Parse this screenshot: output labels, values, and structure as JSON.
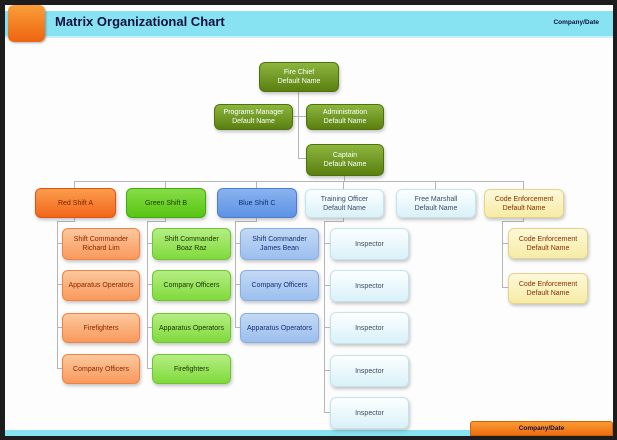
{
  "header": {
    "title": "Matrix Organizational Chart",
    "company_date": "Company/Date"
  },
  "footer": {
    "company_date": "Company/Date"
  },
  "palette": {
    "header_band": "#87e3f2",
    "logo_orange": "#ee6410",
    "dark_green_node": "#5a7f10",
    "orange_node": "#f2661b",
    "green_node": "#57c513",
    "blue_node": "#5d92e5",
    "light_cyan_node": "#d9f1f8",
    "light_yellow_node": "#f6eca5",
    "connector_gray": "#b5b5b5",
    "frame_black": "#1d1d1d"
  },
  "org": {
    "fire_chief": {
      "line1": "Fire Chief",
      "line2": "Default Name"
    },
    "programs_manager": {
      "line1": "Programs Manager",
      "line2": "Default Name"
    },
    "administration": {
      "line1": "Administration",
      "line2": "Default Name"
    },
    "captain": {
      "line1": "Captain",
      "line2": "Default Name"
    },
    "red_shift": {
      "label": "Red Shift A",
      "children": [
        {
          "line1": "Shift Commander",
          "line2": "Richard Lim"
        },
        {
          "line1": "Apparatus Operators"
        },
        {
          "line1": "Firefighters"
        },
        {
          "line1": "Company Officers"
        }
      ]
    },
    "green_shift": {
      "label": "Green Shift B",
      "children": [
        {
          "line1": "Shift Commander",
          "line2": "Boaz Raz"
        },
        {
          "line1": "Company Officers"
        },
        {
          "line1": "Apparatus Operators"
        },
        {
          "line1": "Firefighters"
        }
      ]
    },
    "blue_shift": {
      "label": "Blue Shift C",
      "children": [
        {
          "line1": "Shift Commander",
          "line2": "James Bean"
        },
        {
          "line1": "Company Officers"
        },
        {
          "line1": "Apparatus Operators"
        }
      ]
    },
    "training_officer": {
      "line1": "Training Officer",
      "line2": "Default Name",
      "children": [
        {
          "line1": "Inspector"
        },
        {
          "line1": "Inspector"
        },
        {
          "line1": "Inspector"
        },
        {
          "line1": "Inspector"
        },
        {
          "line1": "Inspector"
        }
      ]
    },
    "free_marshall": {
      "line1": "Free Marshall",
      "line2": "Default Name"
    },
    "code_enforcement": {
      "line1": "Code Enforcement",
      "line2": "Default Name",
      "children": [
        {
          "line1": "Code Enforcement",
          "line2": "Default Name"
        },
        {
          "line1": "Code Enforcement",
          "line2": "Default Name"
        }
      ]
    }
  }
}
